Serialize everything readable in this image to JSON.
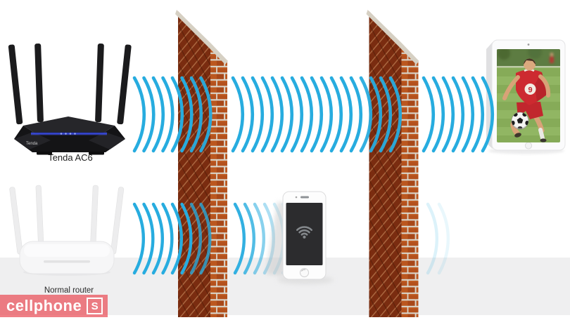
{
  "page": {
    "background": "#ffffff",
    "floor_color": "#efeff0"
  },
  "branding": {
    "watermark_text": "cellphone",
    "watermark_badge": "S",
    "banner_color": "rgba(233,78,88,0.72)"
  },
  "labels": {
    "tenda_router": "Tenda AC6",
    "normal_router": "Normal router",
    "tenda_logo": "Tenda"
  },
  "photo": {
    "jersey_number": "9"
  },
  "colors": {
    "signal": "#27ACDF",
    "brick_face": "#B4511D",
    "brick_face_dark": "#A84819",
    "brick_mortar": "#D9D5CA",
    "brick_side": "#7A2C10",
    "brick_side_line": "#B97A50",
    "wall_cap": "#D6D0C3",
    "led_blue": "#3A4CEF",
    "phone_screen": "#2C2C2E",
    "wifi_icon_gray": "#84888C",
    "grass_green": "#86AB58",
    "jersey_red": "#CD2A30"
  },
  "icons": {
    "phone_screen_icon": "wifi-icon",
    "signal_icon": "wifi-signal-arcs"
  }
}
